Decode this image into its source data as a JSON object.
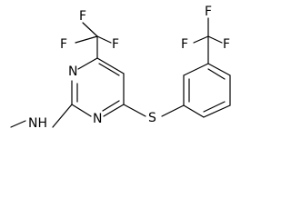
{
  "molecule": {
    "atoms": {
      "f_left_1": "F",
      "f_left_2": "F",
      "f_left_3": "F",
      "n_ring_top": "N",
      "n_ring_bottom": "N",
      "nh_amine": "NH",
      "s_thioether": "S",
      "f_right_1": "F",
      "f_right_2": "F",
      "f_right_3": "F"
    },
    "colors": {
      "bond": "#000000",
      "label": "#000000",
      "background": "#ffffff"
    }
  }
}
